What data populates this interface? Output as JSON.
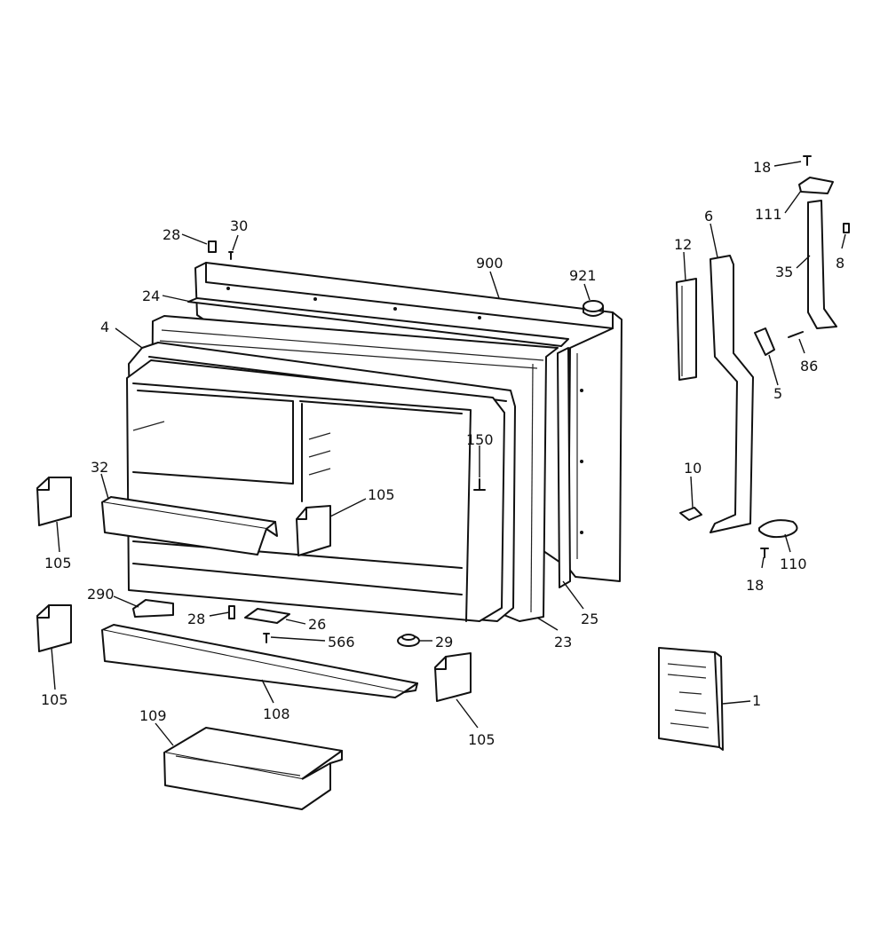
{
  "callouts": [
    {
      "id": "c-18-top",
      "label": "18"
    },
    {
      "id": "c-111",
      "label": "111"
    },
    {
      "id": "c-6",
      "label": "6"
    },
    {
      "id": "c-8",
      "label": "8"
    },
    {
      "id": "c-35",
      "label": "35"
    },
    {
      "id": "c-12",
      "label": "12"
    },
    {
      "id": "c-28-top",
      "label": "28"
    },
    {
      "id": "c-30",
      "label": "30"
    },
    {
      "id": "c-900",
      "label": "900"
    },
    {
      "id": "c-921",
      "label": "921"
    },
    {
      "id": "c-24",
      "label": "24"
    },
    {
      "id": "c-4",
      "label": "4"
    },
    {
      "id": "c-86",
      "label": "86"
    },
    {
      "id": "c-5",
      "label": "5"
    },
    {
      "id": "c-150",
      "label": "150"
    },
    {
      "id": "c-32",
      "label": "32"
    },
    {
      "id": "c-105-center",
      "label": "105"
    },
    {
      "id": "c-10",
      "label": "10"
    },
    {
      "id": "c-105-left-top",
      "label": "105"
    },
    {
      "id": "c-110",
      "label": "110"
    },
    {
      "id": "c-18-bottom",
      "label": "18"
    },
    {
      "id": "c-290",
      "label": "290"
    },
    {
      "id": "c-25",
      "label": "25"
    },
    {
      "id": "c-28-bottom",
      "label": "28"
    },
    {
      "id": "c-26",
      "label": "26"
    },
    {
      "id": "c-566",
      "label": "566"
    },
    {
      "id": "c-29",
      "label": "29"
    },
    {
      "id": "c-23",
      "label": "23"
    },
    {
      "id": "c-1",
      "label": "1"
    },
    {
      "id": "c-105-left-bottom",
      "label": "105"
    },
    {
      "id": "c-108",
      "label": "108"
    },
    {
      "id": "c-109",
      "label": "109"
    },
    {
      "id": "c-105-bottom",
      "label": "105"
    }
  ]
}
